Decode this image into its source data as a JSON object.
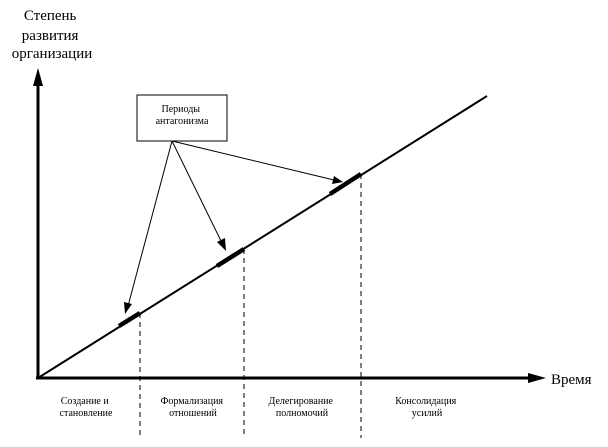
{
  "y_axis_label": [
    "Степень",
    "развития",
    "организации"
  ],
  "x_axis_label": "Время",
  "callout": {
    "lines": [
      "Периоды",
      "антагонизма"
    ]
  },
  "stages": [
    {
      "lines": [
        "Создание и",
        "становление"
      ]
    },
    {
      "lines": [
        "Формализация",
        "отношений"
      ]
    },
    {
      "lines": [
        "Делегирование",
        "полномочий"
      ]
    },
    {
      "lines": [
        "Консолидация",
        "усилий"
      ]
    }
  ]
}
